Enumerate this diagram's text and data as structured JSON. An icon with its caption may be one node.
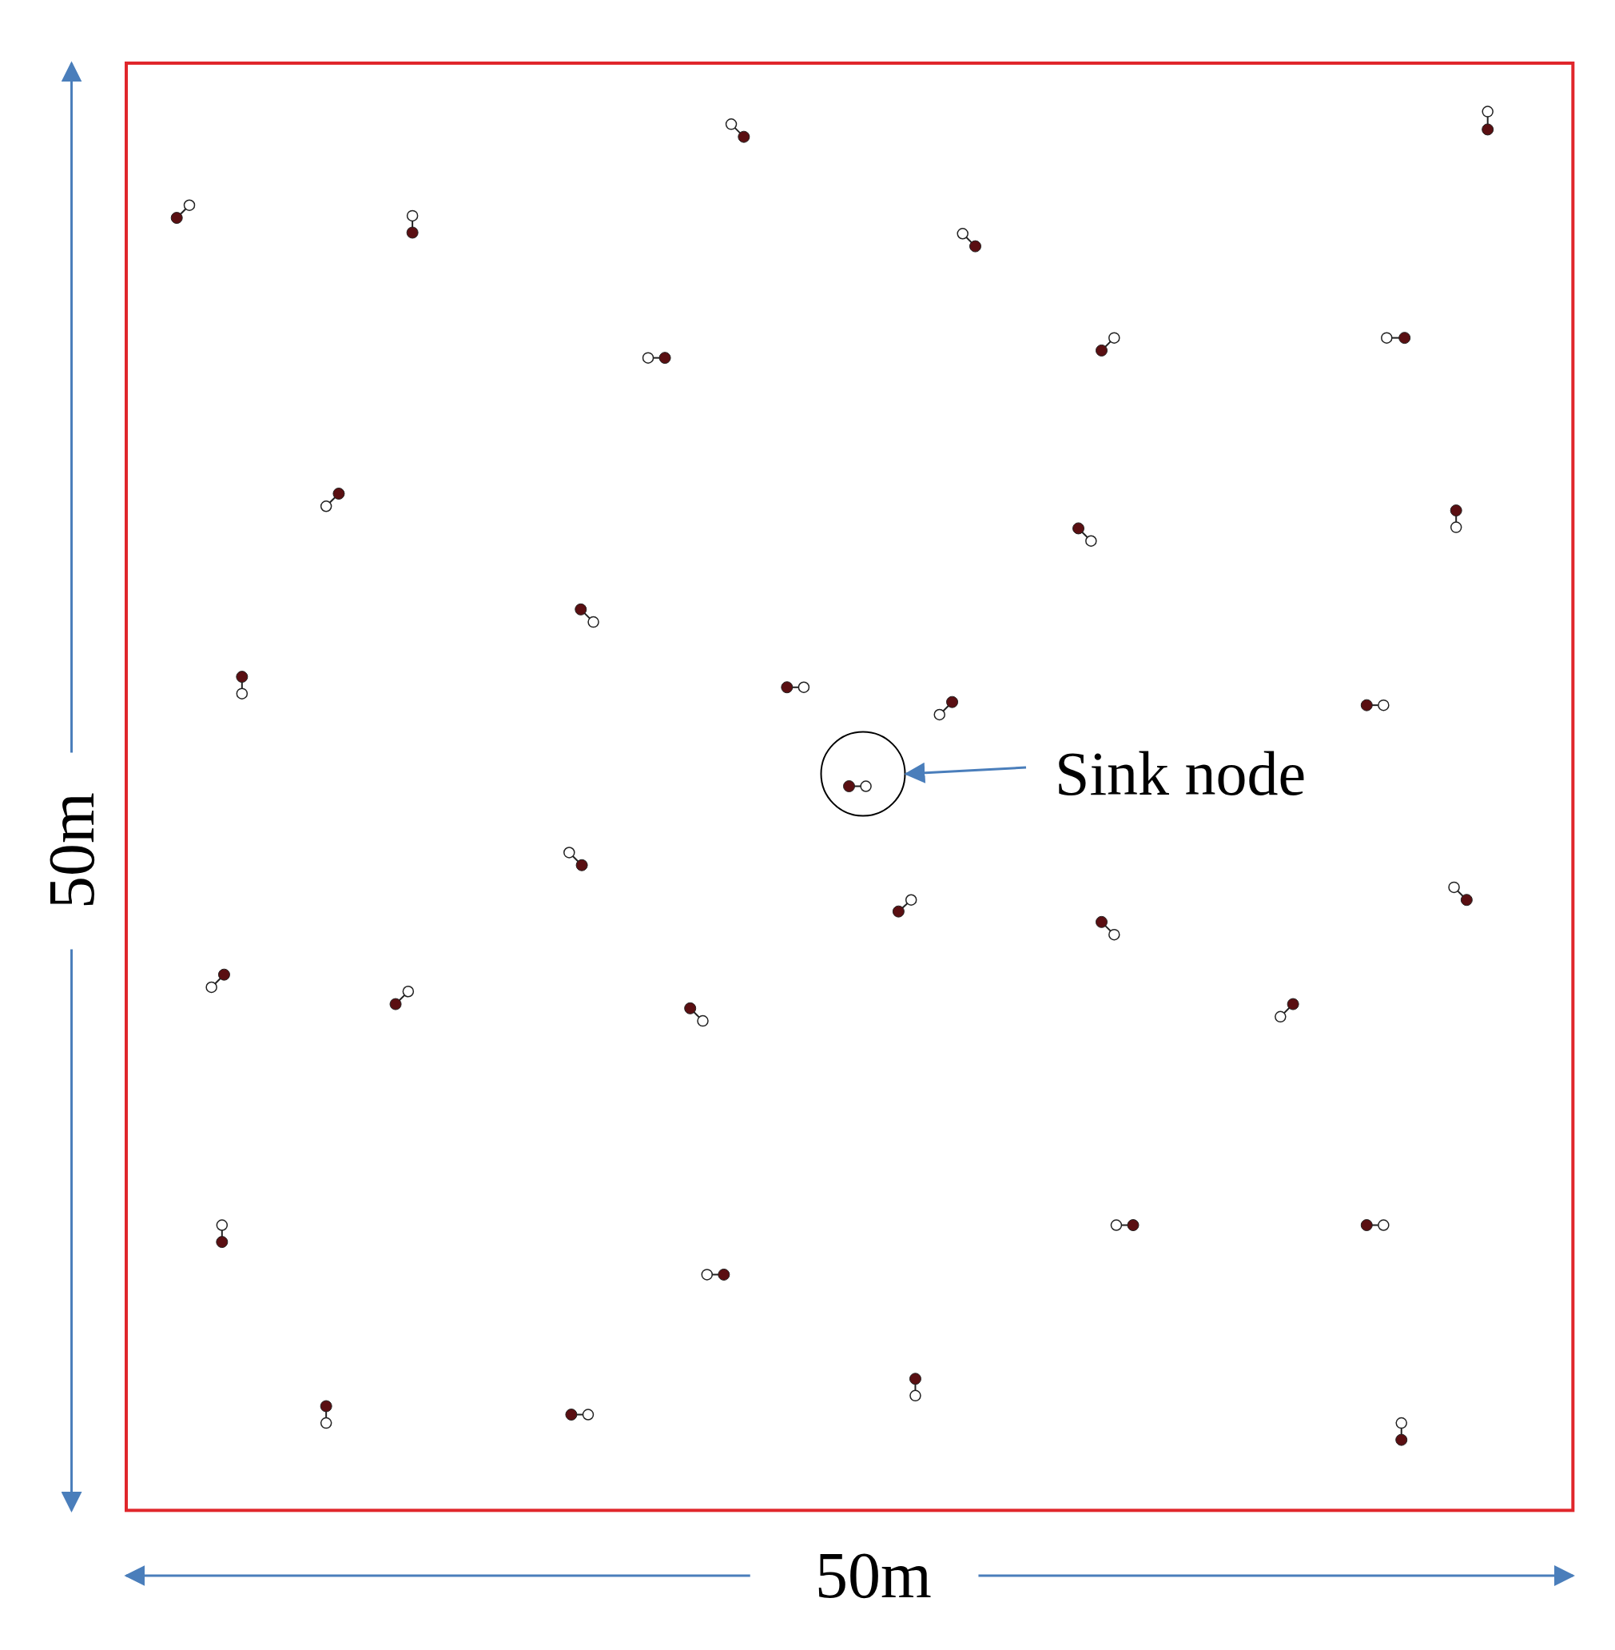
{
  "diagram": {
    "nodes": [
      {
        "text": [
          "Sink node"
        ]
      },
      {
        "text": [],
        "shape": "circle"
      }
    ],
    "edges": [
      {
        "from": 0,
        "to": 1,
        "arrow": "to"
      }
    ],
    "labels": [
      "50m",
      "50m"
    ]
  }
}
